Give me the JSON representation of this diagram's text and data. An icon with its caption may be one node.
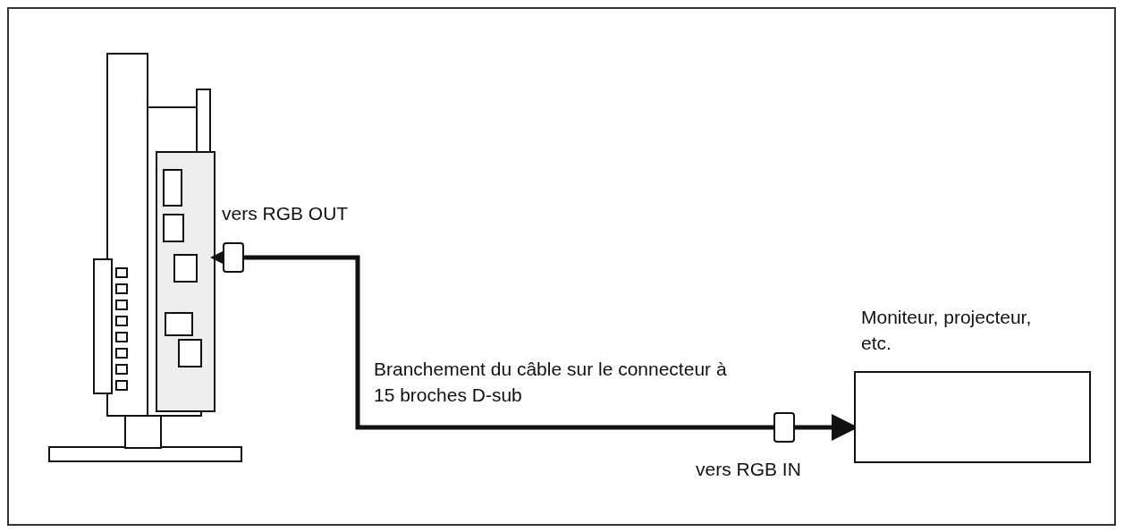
{
  "diagram": {
    "nodes": [
      {
        "text": [],
        "shape": "picture"
      },
      {
        "text": [
          "Moniteur, projecteur, etc."
        ]
      }
    ],
    "edges": [
      {
        "from": 0,
        "to": 1,
        "arrow": "both",
        "label": "Branchement du câble sur le connecteur à 15 broches D-sub"
      }
    ],
    "labels": [
      "vers RGB OUT",
      "vers RGB IN"
    ]
  }
}
